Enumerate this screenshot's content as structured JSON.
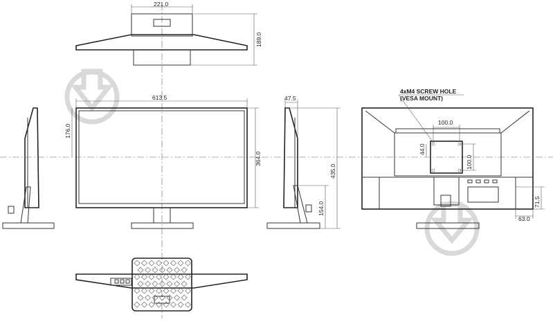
{
  "dimensions": {
    "top_width": "221.0",
    "top_depth": "189.0",
    "front_width": "613.5",
    "front_screen_top": "176.0",
    "front_panel_height": "364.0",
    "side_depth_top": "47.5",
    "side_total_height": "435.0",
    "side_stand_height": "154.0",
    "rear_vesa_width": "100.0",
    "rear_vesa_offset": "44.0",
    "rear_vesa_height": "100.0",
    "rear_port_height": "71.5",
    "rear_port_offset": "63.0"
  },
  "notes": {
    "screw_hole_line1": "4xM4 SCREW HOLE",
    "screw_hole_line2": "(VESA MOUNT)"
  },
  "watermark": {
    "color": "#d9d9d9",
    "icon": "download-arrow-icon"
  }
}
